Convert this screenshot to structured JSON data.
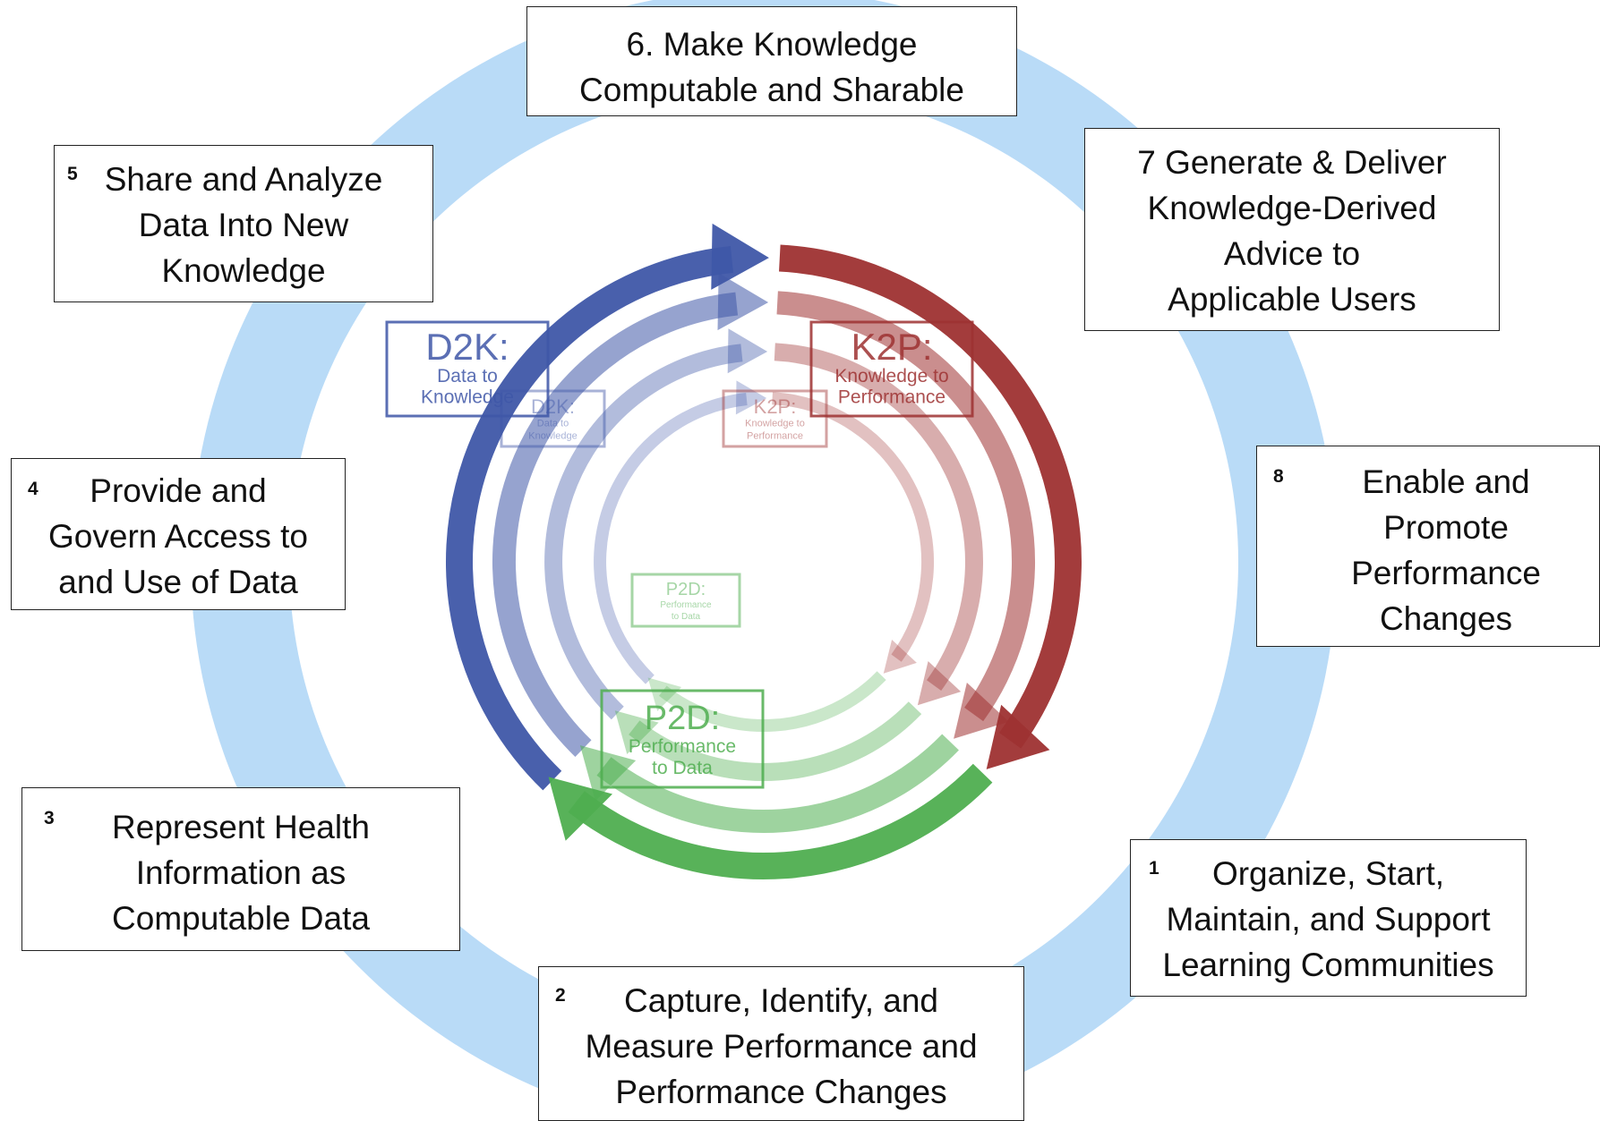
{
  "colors": {
    "ring": "#b9dbf7",
    "center": "#ffffff",
    "d2k": "#3f57a8",
    "k2p": "#9e3232",
    "p2d": "#4fae50"
  },
  "cycle_labels": {
    "d2k": {
      "title": "D2K:",
      "sub1": "Data to",
      "sub2": "Knowledge"
    },
    "k2p": {
      "title": "K2P:",
      "sub1": "Knowledge to",
      "sub2": "Performance"
    },
    "p2d": {
      "title": "P2D:",
      "sub1": "Performance",
      "sub2": "to Data"
    }
  },
  "steps": [
    {
      "id": "step6",
      "number": "",
      "lines": [
        "6. Make Knowledge",
        "Computable and Sharable"
      ]
    },
    {
      "id": "step5",
      "number": "5",
      "lines": [
        "Share and Analyze",
        "Data Into New",
        "Knowledge"
      ]
    },
    {
      "id": "step7",
      "number": "",
      "lines": [
        "7 Generate & Deliver",
        "Knowledge-Derived",
        "Advice to",
        "Applicable Users"
      ]
    },
    {
      "id": "step4",
      "number": "4",
      "lines": [
        "Provide and",
        "Govern Access to",
        "and Use of Data"
      ]
    },
    {
      "id": "step8",
      "number": "8",
      "lines": [
        "Enable and",
        "Promote",
        "Performance",
        "Changes"
      ]
    },
    {
      "id": "step3",
      "number": "3",
      "lines": [
        "Represent Health",
        "Information as",
        "Computable Data"
      ]
    },
    {
      "id": "step1",
      "number": "1",
      "lines": [
        "Organize, Start,",
        "Maintain, and Support",
        "Learning Communities"
      ]
    },
    {
      "id": "step2",
      "number": "2",
      "lines": [
        "Capture, Identify, and",
        "Measure Performance and",
        "Performance Changes"
      ]
    }
  ]
}
